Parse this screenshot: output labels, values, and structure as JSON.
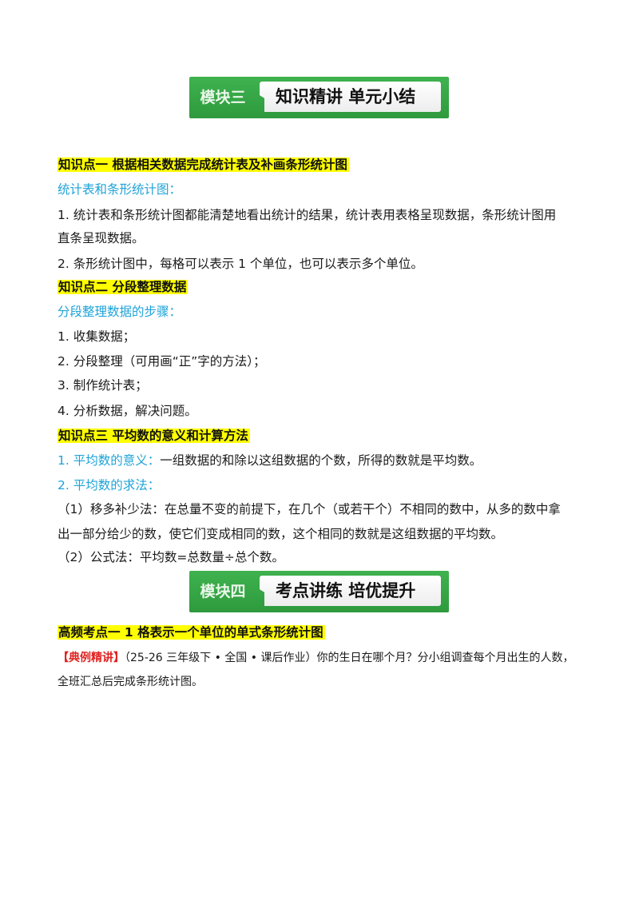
{
  "banner1": {
    "module": "模块三",
    "title": "知识精讲  单元小结"
  },
  "kp1": {
    "heading": "知识点一  根据相关数据完成统计表及补画条形统计图",
    "subheading": "统计表和条形统计图：",
    "line1": "1. 统计表和条形统计图都能清楚地看出统计的结果，统计表用表格呈现数据，条形统计图用",
    "line1b": "直条呈现数据。",
    "line2": "2. 条形统计图中，每格可以表示 1 个单位，也可以表示多个单位。"
  },
  "kp2": {
    "heading": "知识点二  分段整理数据",
    "subheading": "分段整理数据的步骤：",
    "steps": [
      "1. 收集数据；",
      "2. 分段整理（可用画“正”字的方法）；",
      "3. 制作统计表；",
      "4. 分析数据，解决问题。"
    ]
  },
  "kp3": {
    "heading": "知识点三  平均数的意义和计算方法",
    "meaning_label": "1. 平均数的意义：",
    "meaning_text": "一组数据的和除以这组数据的个数，所得的数就是平均数。",
    "method_label": "2. 平均数的求法：",
    "method1a": "（1）移多补少法：在总量不变的前提下，在几个（或若干个）不相同的数中，从多的数中拿",
    "method1b": "出一部分给少的数，使它们变成相同的数，这个相同的数就是这组数据的平均数。",
    "method2": "（2）公式法：平均数=总数量÷总个数。"
  },
  "banner2": {
    "module": "模块四",
    "title": "考点讲练  培优提升"
  },
  "exam": {
    "heading": "高频考点一  1 格表示一个单位的单式条形统计图",
    "tag": "【典例精讲】",
    "question_a": "（25-26 三年级下 • 全国 • 课后作业）你的生日在哪个月？分小组调查每个月出生的人数，",
    "question_b": "全班汇总后完成条形统计图。"
  }
}
